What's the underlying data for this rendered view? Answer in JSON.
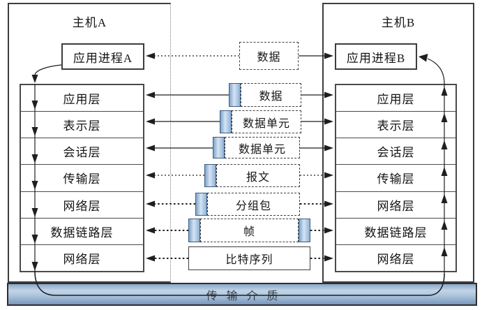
{
  "diagram": {
    "description": "OSI layered data-encapsulation diagram between two hosts"
  },
  "host_a": {
    "title": "主机A",
    "process_label": "应用进程A",
    "layers": [
      "应用层",
      "表示层",
      "会话层",
      "传输层",
      "网络层",
      "数据链路层",
      "网络层"
    ]
  },
  "host_b": {
    "title": "主机B",
    "process_label": "应用进程B",
    "layers": [
      "应用层",
      "表示层",
      "会话层",
      "传输层",
      "网络层",
      "数据链路层",
      "网络层"
    ]
  },
  "data_units": [
    {
      "label": "数据",
      "header": false,
      "trailer": false
    },
    {
      "label": "数据",
      "header": true,
      "trailer": false
    },
    {
      "label": "数据单元",
      "header": true,
      "trailer": false
    },
    {
      "label": "数据单元",
      "header": true,
      "trailer": false
    },
    {
      "label": "报文",
      "header": true,
      "trailer": false
    },
    {
      "label": "分组包",
      "header": true,
      "trailer": false
    },
    {
      "label": "帧",
      "header": true,
      "trailer": true
    },
    {
      "label": "比特序列",
      "header": false,
      "trailer": false
    }
  ],
  "medium": {
    "label": "传输介质"
  },
  "colors": {
    "unit_header_fill": "#d4e4f4",
    "medium_bar_fill": "#a8c1da",
    "line_color": "#1f1f1f"
  }
}
